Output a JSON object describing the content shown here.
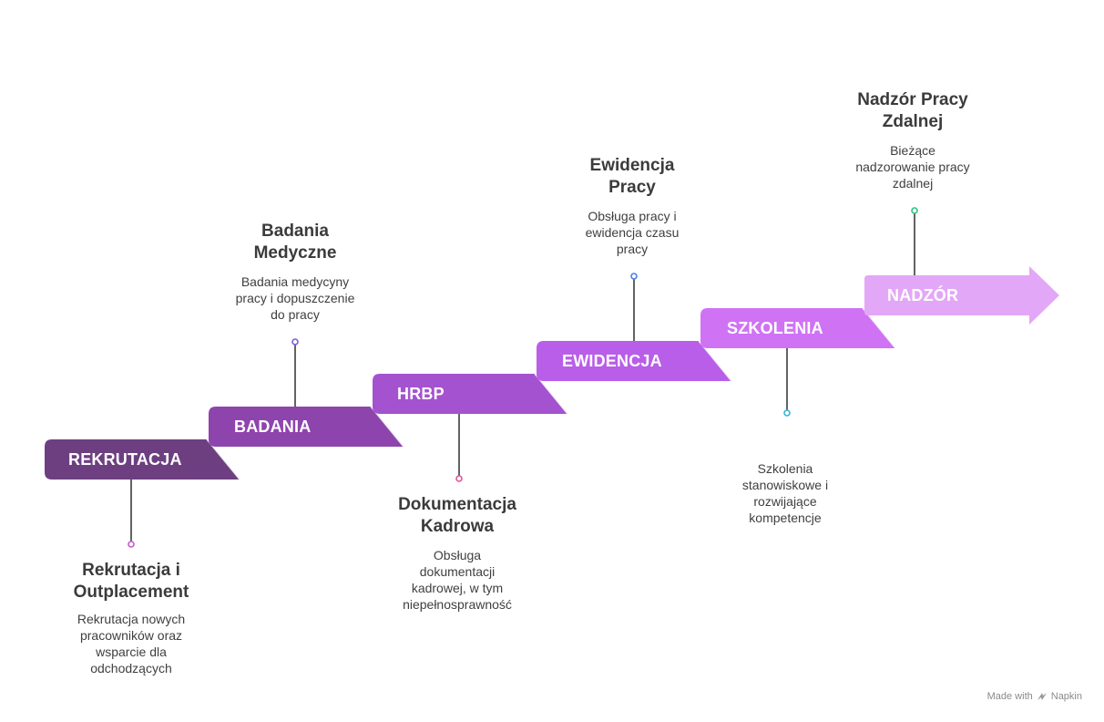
{
  "steps": [
    {
      "label": "REKRUTACJA",
      "title": "Rekrutacja i\nOutplacement",
      "desc": "Rekrutacja nowych\npracowników oraz\nwsparcie dla\nodchodzących",
      "color": "#6d3f80",
      "dot": "#c95bd0"
    },
    {
      "label": "BADANIA",
      "title": "Badania\nMedyczne",
      "desc": "Badania medycyny\npracy i dopuszczenie\ndo pracy",
      "color": "#8e44ad",
      "dot": "#7b5fd6"
    },
    {
      "label": "HRBP",
      "title": "Dokumentacja\nKadrowa",
      "desc": "Obsługa\ndokumentacji\nkadrowej, w tym\nniepełnosprawność",
      "color": "#a452cf",
      "dot": "#e2559a"
    },
    {
      "label": "EWIDENCJA",
      "title": "Ewidencja\nPracy",
      "desc": "Obsługa pracy i\newidencja czasu\npracy",
      "color": "#b95ee8",
      "dot": "#4a7fe0"
    },
    {
      "label": "SZKOLENIA",
      "title": "",
      "desc": "Szkolenia\nstanowiskowe i\nrozwijające\nkompetencje",
      "color": "#cf73f4",
      "dot": "#30b6d8"
    },
    {
      "label": "NADZÓR",
      "title": "Nadzór Pracy\nZdalnej",
      "desc": "Bieżące\nnadzorowanie pracy\nzdalnej",
      "color": "#e3a7f7",
      "dot": "#2fc47e"
    }
  ],
  "footer": {
    "text": "Made with",
    "brand": "Napkin"
  }
}
